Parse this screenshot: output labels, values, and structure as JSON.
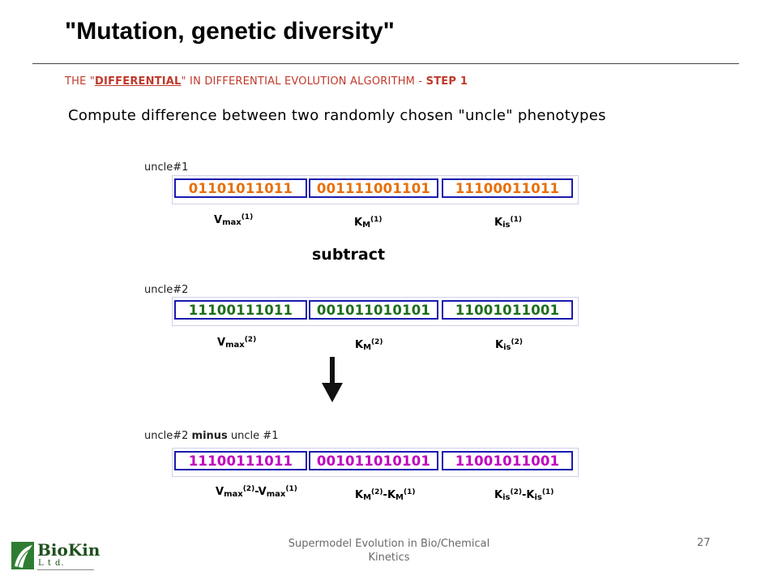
{
  "title": "\"Mutation, genetic diversity\"",
  "subtitle": {
    "prefix": "THE \"",
    "emph": "DIFFERENTIAL",
    "middle": "\" IN DIFFERENTIAL EVOLUTION ALGORITHM - ",
    "step": "STEP 1"
  },
  "intro": "Compute difference between two randomly chosen \"uncle\" phenotypes",
  "subtract_label": "subtract",
  "uncle1": {
    "label": "uncle#1",
    "color": "#e8700a",
    "genes": [
      "01101011011",
      "001111001101",
      "11100011011"
    ],
    "params": [
      {
        "base": "V",
        "sub": "max",
        "sup": "(1)"
      },
      {
        "base": "K",
        "sub": "M",
        "sup": "(1)"
      },
      {
        "base": "K",
        "sub": "is",
        "sup": "(1)"
      }
    ]
  },
  "uncle2": {
    "label": "uncle#2",
    "color": "#1e6e1e",
    "genes": [
      "11100111011",
      "001011010101",
      "11001011001"
    ],
    "params": [
      {
        "base": "V",
        "sub": "max",
        "sup": "(2)"
      },
      {
        "base": "K",
        "sub": "M",
        "sup": "(2)"
      },
      {
        "base": "K",
        "sub": "is",
        "sup": "(2)"
      }
    ]
  },
  "difference": {
    "label_prefix": "uncle#2 ",
    "label_bold": "minus",
    "label_suffix": " uncle #1",
    "color": "#c000c0",
    "genes": [
      "11100111011",
      "001011010101",
      "11001011001"
    ],
    "params": [
      {
        "base": "V",
        "sub": "max",
        "sup": "(2)",
        "minus": "-",
        "base2": "V",
        "sub2": "max",
        "sup2": "(1)"
      },
      {
        "base": "K",
        "sub": "M",
        "sup": "(2)",
        "minus": "-",
        "base2": "K",
        "sub2": "M",
        "sup2": "(1)"
      },
      {
        "base": "K",
        "sub": "is",
        "sup": "(2)",
        "minus": "-",
        "base2": "K",
        "sub2": "is",
        "sup2": "(1)"
      }
    ]
  },
  "footer": {
    "caption": "Supermodel Evolution in Bio/Chemical Kinetics",
    "page": "27",
    "logo_text": "BioKin",
    "logo_sub": "L t d."
  }
}
